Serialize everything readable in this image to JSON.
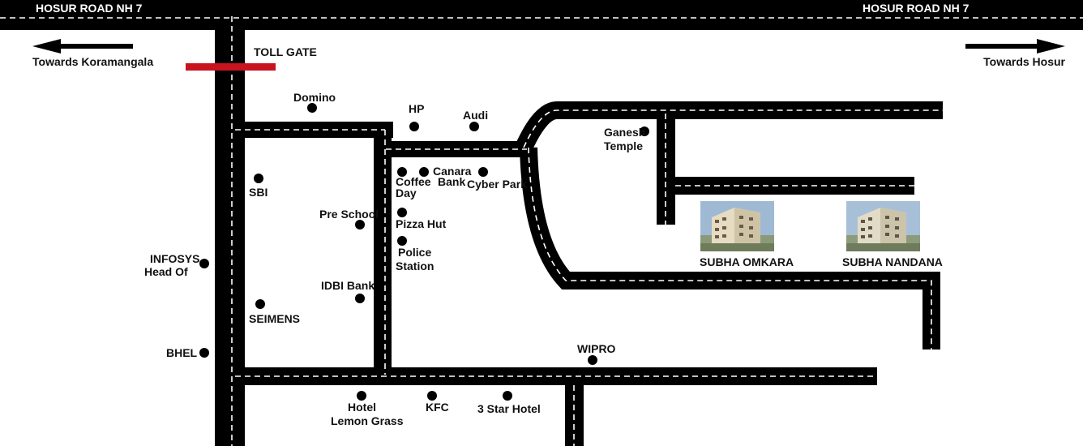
{
  "highway": {
    "name_left": "HOSUR ROAD NH 7",
    "name_right": "HOSUR ROAD NH 7",
    "towards_left": "Towards Koramangala",
    "towards_right": "Towards Hosur",
    "toll_label": "TOLL GATE"
  },
  "colors": {
    "road": "#000000",
    "road_marking": "#ffffff",
    "toll_gate": "#c8141e",
    "background": "#ffffff"
  },
  "landmarks": {
    "domino": "Domino",
    "hp": "HP",
    "audi": "Audi",
    "ganesh_1": "Ganesh",
    "ganesh_2": "Temple",
    "sbi": "SBI",
    "coffee_1": "Coffee",
    "coffee_2": "Day",
    "canara_1": "Canara",
    "canara_2": "Bank",
    "cyber_park": "Cyber Park",
    "pre_school": "Pre School",
    "pizza_hut": "Pizza Hut",
    "police_1": "Police",
    "police_2": "Station",
    "infosys_1": "INFOSYS",
    "infosys_2": "Head Of",
    "idbi": "IDBI Bank",
    "seimens": "SEIMENS",
    "bhel": "BHEL",
    "wipro": "WIPRO",
    "hotel_1": "Hotel",
    "hotel_2": "Lemon Grass",
    "kfc": "KFC",
    "star_hotel": "3 Star Hotel"
  },
  "projects": {
    "omkara": "SUBHA OMKARA",
    "nandana": "SUBHA NANDANA"
  }
}
